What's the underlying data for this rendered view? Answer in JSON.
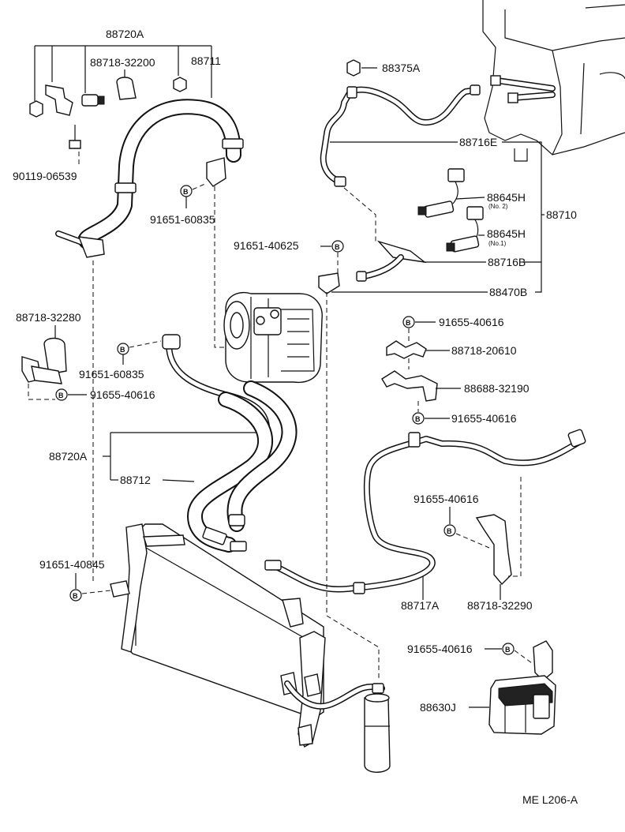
{
  "diagram_id": "ME L206-A",
  "labels": {
    "p88720A_top": "88720A",
    "p88718_32200": "88718-32200",
    "p88711": "88711",
    "p90119_06539": "90119-06539",
    "p91651_60835_top": "91651-60835",
    "p88375A": "88375A",
    "p88716E": "88716E",
    "p88645H_no2": "88645H",
    "no2": "(No. 2)",
    "p88645H_no1": "88645H",
    "no1": "(No.1)",
    "p88710": "88710",
    "p91651_40625": "91651-40625",
    "p88716B": "88716B",
    "p88470B": "88470B",
    "p88718_32280": "88718-32280",
    "p91651_60835_mid": "91651-60835",
    "p91655_40616_left": "91655-40616",
    "p91655_40616_r1": "91655-40616",
    "p88718_20610": "88718-20610",
    "p88688_32190": "88688-32190",
    "p91655_40616_r2": "91655-40616",
    "p88720A_mid": "88720A",
    "p88712": "88712",
    "p91655_40616_r3": "91655-40616",
    "p91651_40845": "91651-40845",
    "p88717A": "88717A",
    "p88718_32290": "88718-32290",
    "p91655_40616_r4": "91655-40616",
    "p88630J": "88630J"
  },
  "bolt_mark": "B"
}
